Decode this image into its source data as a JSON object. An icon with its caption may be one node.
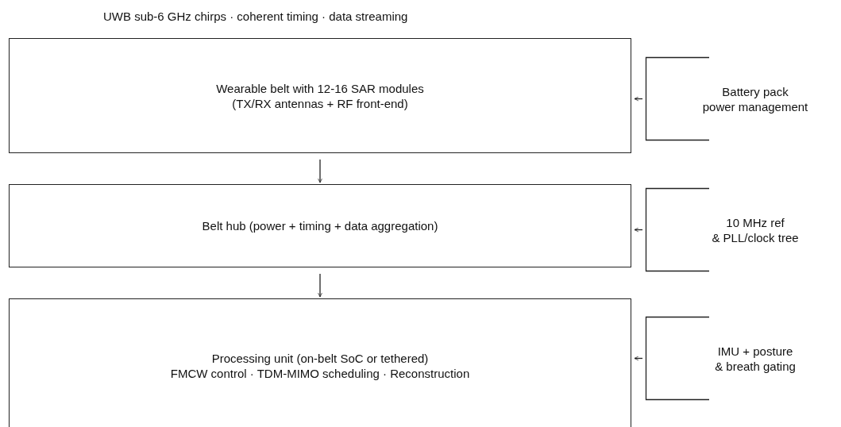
{
  "diagram": {
    "title": "UWB sub-6 GHz chirps · coherent timing · data streaming",
    "nodes": [
      {
        "text": [
          "Wearable belt with 12-16 SAR modules",
          "(TX/RX antennas + RF front-end)"
        ]
      },
      {
        "text": [
          "Belt hub (power + timing + data aggregation)"
        ]
      },
      {
        "text": [
          "Processing unit (on-belt SoC or tethered)",
          "FMCW control · TDM-MIMO scheduling · Reconstruction"
        ]
      },
      {
        "text": [
          "Battery pack",
          "power management"
        ]
      },
      {
        "text": [
          "10 MHz ref",
          "& PLL/clock tree"
        ]
      },
      {
        "text": [
          "IMU + posture",
          "& breath gating"
        ]
      }
    ],
    "edges": [
      {
        "from": 0,
        "to": 1,
        "arrow": "to"
      },
      {
        "from": 1,
        "to": 2,
        "arrow": "to"
      },
      {
        "from": 3,
        "to": 0,
        "arrow": "to"
      },
      {
        "from": 4,
        "to": 1,
        "arrow": "to"
      },
      {
        "from": 5,
        "to": 2,
        "arrow": "to"
      }
    ]
  }
}
